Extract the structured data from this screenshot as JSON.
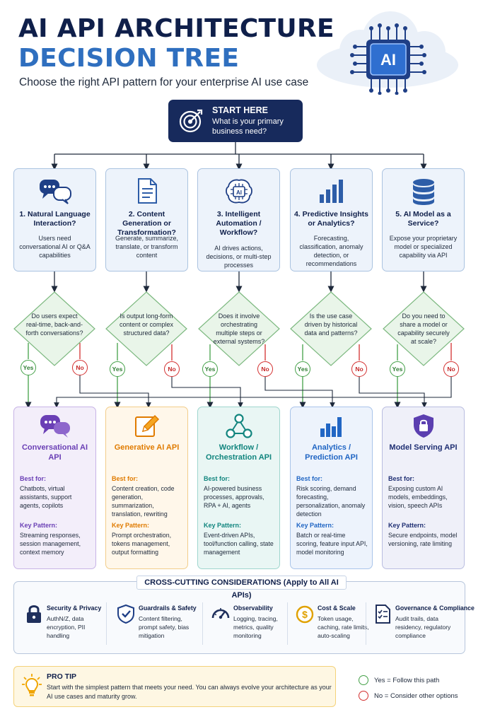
{
  "header": {
    "title_line1": "AI API ARCHITECTURE",
    "title_line2": "DECISION TREE",
    "subtitle": "Choose the right API pattern for your enterprise AI use case",
    "badge": "AI"
  },
  "start": {
    "title": "START HERE",
    "question": "What is your primary business need?"
  },
  "needs": [
    {
      "title": "1. Natural Language Interaction?",
      "desc": "Users need conversational AI or Q&A capabilities",
      "icon": "chat-bubbles-icon"
    },
    {
      "title": "2. Content Generation or Transformation?",
      "desc": "Generate, summarize, translate, or transform content",
      "icon": "document-icon"
    },
    {
      "title": "3. Intelligent Automation / Workflow?",
      "desc": "AI drives actions, decisions, or multi-step processes",
      "icon": "ai-brain-icon"
    },
    {
      "title": "4. Predictive Insights or Analytics?",
      "desc": "Forecasting, classification, anomaly detection, or recommendations",
      "icon": "bar-chart-icon"
    },
    {
      "title": "5. AI Model as a Service?",
      "desc": "Expose your proprietary model or specialized capability via API",
      "icon": "database-icon"
    }
  ],
  "decisions": [
    {
      "question": "Do users expect real-time, back-and-forth conversations?",
      "yes": "Yes",
      "no": "No"
    },
    {
      "question": "Is output long-form content or complex structured data?",
      "yes": "Yes",
      "no": "No"
    },
    {
      "question": "Does it involve orchestrating multiple steps or external systems?",
      "yes": "Yes",
      "no": "No"
    },
    {
      "question": "Is the use case driven by historical data and patterns?",
      "yes": "Yes",
      "no": "No"
    },
    {
      "question": "Do you need to share a model or capability securely at scale?",
      "yes": "Yes",
      "no": "No"
    }
  ],
  "apis": [
    {
      "title": "Conversational AI API",
      "best_label": "Best for:",
      "best": "Chatbots, virtual assistants, support agents, copilots",
      "key_label": "Key Pattern:",
      "key": "Streaming responses, session management, context memory",
      "icon": "chat-bubbles-icon",
      "accent": "#6a3fb5",
      "bg": "#f3eefa",
      "border": "#c7b3e6"
    },
    {
      "title": "Generative AI API",
      "best_label": "Best for:",
      "best": "Content creation, code generation, summarization, translation, rewriting",
      "key_label": "Key Pattern:",
      "key": "Prompt orchestration, tokens management, output formatting",
      "icon": "pencil-icon",
      "accent": "#e07b00",
      "bg": "#fff7ea",
      "border": "#f2cd8a"
    },
    {
      "title": "Workflow / Orchestration API",
      "best_label": "Best for:",
      "best": "AI-powered business processes, approvals, RPA + AI, agents",
      "key_label": "Key Pattern:",
      "key": "Event-driven APIs, tool/function calling, state management",
      "icon": "workflow-nodes-icon",
      "accent": "#11857e",
      "bg": "#e9f6f4",
      "border": "#9fd6ce"
    },
    {
      "title": "Analytics / Prediction API",
      "best_label": "Best for:",
      "best": "Risk scoring, demand forecasting, personalization, anomaly detection",
      "key_label": "Key Pattern:",
      "key": "Batch or real-time scoring, feature input API, model monitoring",
      "icon": "bar-chart-icon",
      "accent": "#2166c4",
      "bg": "#edf3fc",
      "border": "#a9c4ea"
    },
    {
      "title": "Model Serving API",
      "best_label": "Best for:",
      "best": "Exposing custom AI models, embeddings, vision, speech APIs",
      "key_label": "Key Pattern:",
      "key": "Secure endpoints, model versioning, rate limiting",
      "icon": "shield-lock-icon",
      "accent": "#1f2f73",
      "bg": "#eff0f9",
      "border": "#b9bde0"
    }
  ],
  "cross_cutting": {
    "title": "CROSS-CUTTING CONSIDERATIONS (Apply to All AI APIs)",
    "items": [
      {
        "title": "Security & Privacy",
        "desc": "AuthN/Z, data encryption, PII handling",
        "icon": "padlock-icon"
      },
      {
        "title": "Guardrails & Safety",
        "desc": "Content filtering, prompt safety, bias mitigation",
        "icon": "shield-check-icon"
      },
      {
        "title": "Observability",
        "desc": "Logging, tracing, metrics, quality monitoring",
        "icon": "gauge-icon"
      },
      {
        "title": "Cost & Scale",
        "desc": "Token usage, caching, rate limits, auto-scaling",
        "icon": "dollar-coin-icon"
      },
      {
        "title": "Governance & Compliance",
        "desc": "Audit trails, data residency, regulatory compliance",
        "icon": "checklist-icon"
      }
    ]
  },
  "pro_tip": {
    "title": "PRO TIP",
    "text": "Start with the simplest pattern that meets your need. You can always evolve your architecture as your AI use cases and maturity grow.",
    "icon": "lightbulb-icon"
  },
  "legend": {
    "yes": "Yes = Follow this path",
    "no": "No = Consider other options",
    "yes_color": "#43a047",
    "no_color": "#d32f2f"
  }
}
